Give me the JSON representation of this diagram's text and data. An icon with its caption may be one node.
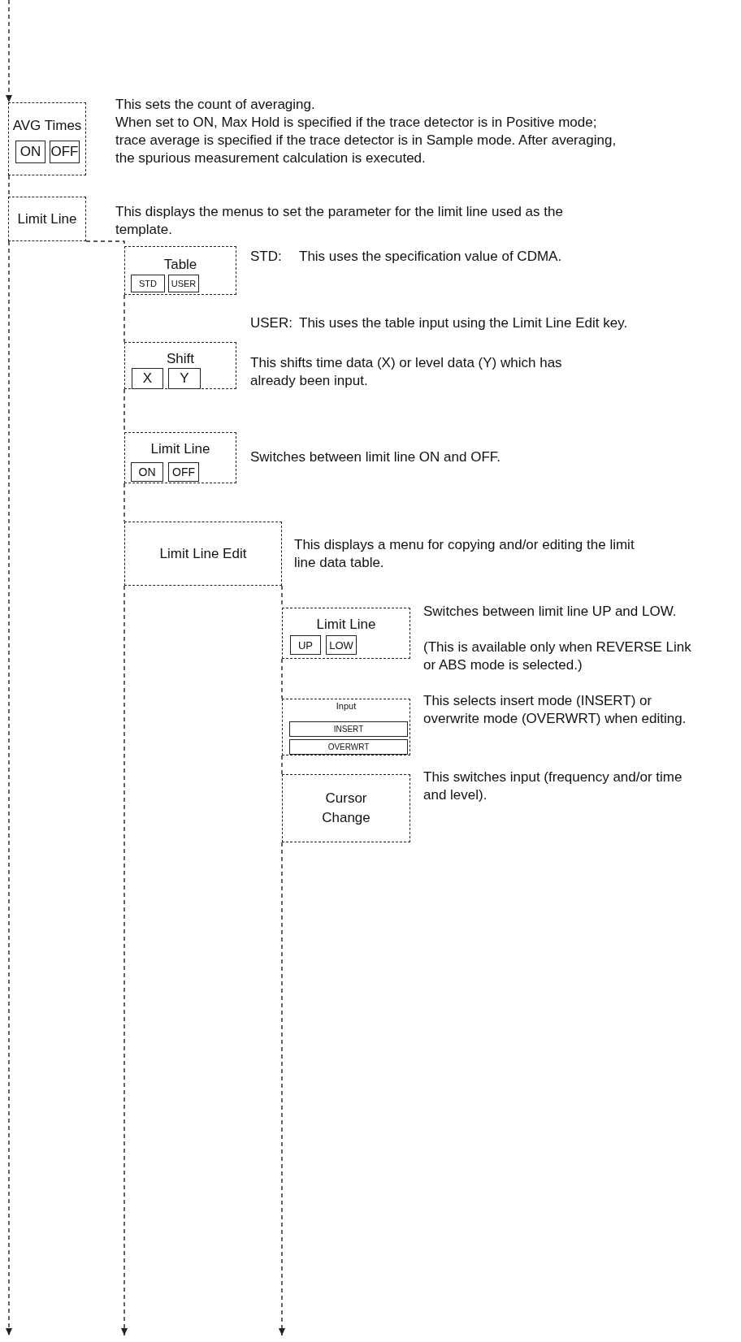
{
  "diagram": {
    "nodes": [
      {
        "text": [
          "AVG Times"
        ],
        "beside": [
          "This sets the count of averaging.",
          "When set to ON, Max Hold is specified if the trace detector is in Positive mode; trace average is specified if the trace detector is in Sample mode. After averaging, the spurious measurement calculation is executed."
        ]
      },
      {
        "text": [
          "ON"
        ],
        "in": 0
      },
      {
        "text": [
          "OFF"
        ],
        "in": 0
      },
      {
        "text": [
          "Limit Line"
        ],
        "beside": [
          "This displays the menus to set the parameter for the limit line used as the template."
        ]
      },
      {
        "text": [
          "Table"
        ],
        "beside": [
          "STD:",
          "This uses the specification value of CDMA.",
          "USER:",
          "This uses the table input using the Limit Line Edit key."
        ]
      },
      {
        "text": [
          "STD"
        ],
        "in": 4
      },
      {
        "text": [
          "USER"
        ],
        "in": 4
      },
      {
        "text": [
          "Shift"
        ],
        "beside": [
          "This shifts time data (X) or level data (Y) which has already been input."
        ]
      },
      {
        "text": [
          "X"
        ],
        "in": 7
      },
      {
        "text": [
          "Y"
        ],
        "in": 7
      },
      {
        "text": [
          "Limit Line"
        ],
        "beside": [
          "Switches between limit line ON and OFF."
        ]
      },
      {
        "text": [
          "ON"
        ],
        "in": 10
      },
      {
        "text": [
          "OFF"
        ],
        "in": 10
      },
      {
        "text": [
          "Limit Line Edit"
        ],
        "beside": [
          "This displays a menu for copying and/or editing the limit line data table."
        ]
      },
      {
        "text": [
          "Limit Line"
        ],
        "beside": [
          "Switches between limit line UP and LOW.",
          "(This is available only when REVERSE Link or ABS mode is selected.)"
        ]
      },
      {
        "text": [
          "UP"
        ],
        "in": 14
      },
      {
        "text": [
          "LOW"
        ],
        "in": 14
      },
      {
        "text": [
          "Input"
        ],
        "beside": [
          "This selects insert mode (INSERT) or overwrite mode (OVERWRT) when editing."
        ]
      },
      {
        "text": [
          "INSERT"
        ],
        "in": 17
      },
      {
        "text": [
          "OVERWRT"
        ],
        "in": 17
      },
      {
        "text": [
          "Cursor Change"
        ],
        "beside": [
          "This switches input (frequency and/or time and level)."
        ]
      }
    ],
    "edges": [
      {
        "from": null,
        "to": 0,
        "arrow": "to",
        "style": "dashed"
      },
      {
        "from": 0,
        "to": 3,
        "arrow": "none",
        "style": "dashed"
      },
      {
        "from": 3,
        "to": 4,
        "arrow": "none",
        "style": "dashed"
      },
      {
        "from": 4,
        "to": 7,
        "arrow": "none",
        "style": "dashed"
      },
      {
        "from": 7,
        "to": 10,
        "arrow": "none",
        "style": "dashed"
      },
      {
        "from": 10,
        "to": 13,
        "arrow": "none",
        "style": "dashed"
      },
      {
        "from": 13,
        "to": 14,
        "arrow": "none",
        "style": "dashed"
      },
      {
        "from": 14,
        "to": 17,
        "arrow": "none",
        "style": "dashed"
      },
      {
        "from": 17,
        "to": 20,
        "arrow": "none",
        "style": "dashed"
      },
      {
        "from": 3,
        "to": null,
        "arrow": "to",
        "style": "dashed"
      },
      {
        "from": 13,
        "to": null,
        "arrow": "to",
        "style": "dashed"
      },
      {
        "from": 20,
        "to": null,
        "arrow": "to",
        "style": "dashed"
      }
    ]
  }
}
